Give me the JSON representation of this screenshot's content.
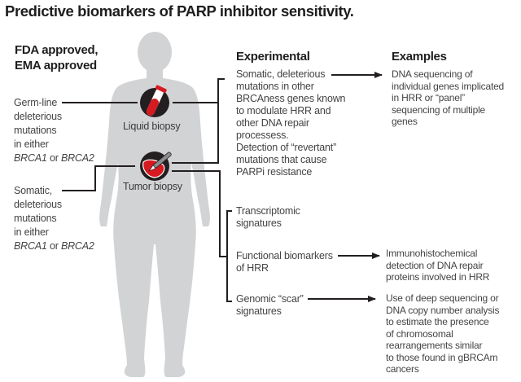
{
  "title": "Predictive biomarkers of PARP inhibitor sensitivity.",
  "colors": {
    "silhouette": "#d2d3d5",
    "line": "#231f20",
    "icon_dark": "#231f20",
    "icon_red": "#d71920",
    "text": "#444444"
  },
  "approved": {
    "heading": [
      "FDA approved,",
      "EMA approved"
    ],
    "germline": {
      "lines": [
        "Germ-line",
        "deleterious",
        "mutations",
        "in either"
      ],
      "gene_line": {
        "gene1": "BRCA1",
        "joiner": " or ",
        "gene2": "BRCA2"
      }
    },
    "somatic": {
      "lines": [
        "Somatic,",
        "deleterious",
        "mutations",
        "in either"
      ],
      "gene_line": {
        "gene1": "BRCA1",
        "joiner": " or ",
        "gene2": "BRCA2"
      }
    }
  },
  "icons": {
    "liquid": {
      "name": "test-tube-icon",
      "label": "Liquid biopsy"
    },
    "tumor": {
      "name": "scalpel-tissue-icon",
      "label": "Tumor biopsy"
    }
  },
  "experimental": {
    "heading": "Experimental",
    "items": [
      {
        "lines": [
          "Somatic, deleterious",
          "mutations in other",
          "BRCAness genes known",
          "to modulate HRR and",
          "other DNA repair",
          "processess.",
          "Detection of “revertant”",
          "mutations that cause",
          "PARPi resistance"
        ]
      },
      {
        "lines": [
          "Transcriptomic",
          "signatures"
        ]
      },
      {
        "lines": [
          "Functional biomarkers",
          "of HRR"
        ]
      },
      {
        "lines": [
          "Genomic “scar”",
          "signatures"
        ]
      }
    ]
  },
  "examples": {
    "heading": "Examples",
    "items": [
      {
        "lines": [
          "DNA sequencing of",
          "individual genes implicated",
          "in HRR or “panel”",
          "sequencing of multiple",
          "genes"
        ]
      },
      {
        "lines": [
          "Immunohistochemical",
          "detection of DNA repair",
          "proteins involved in HRR"
        ]
      },
      {
        "lines": [
          "Use of deep sequencing or",
          "DNA copy number analysis",
          "to estimate the presence",
          "of chromosomal",
          "rearrangements similar",
          "to those found in gBRCAm",
          "cancers"
        ]
      }
    ]
  }
}
